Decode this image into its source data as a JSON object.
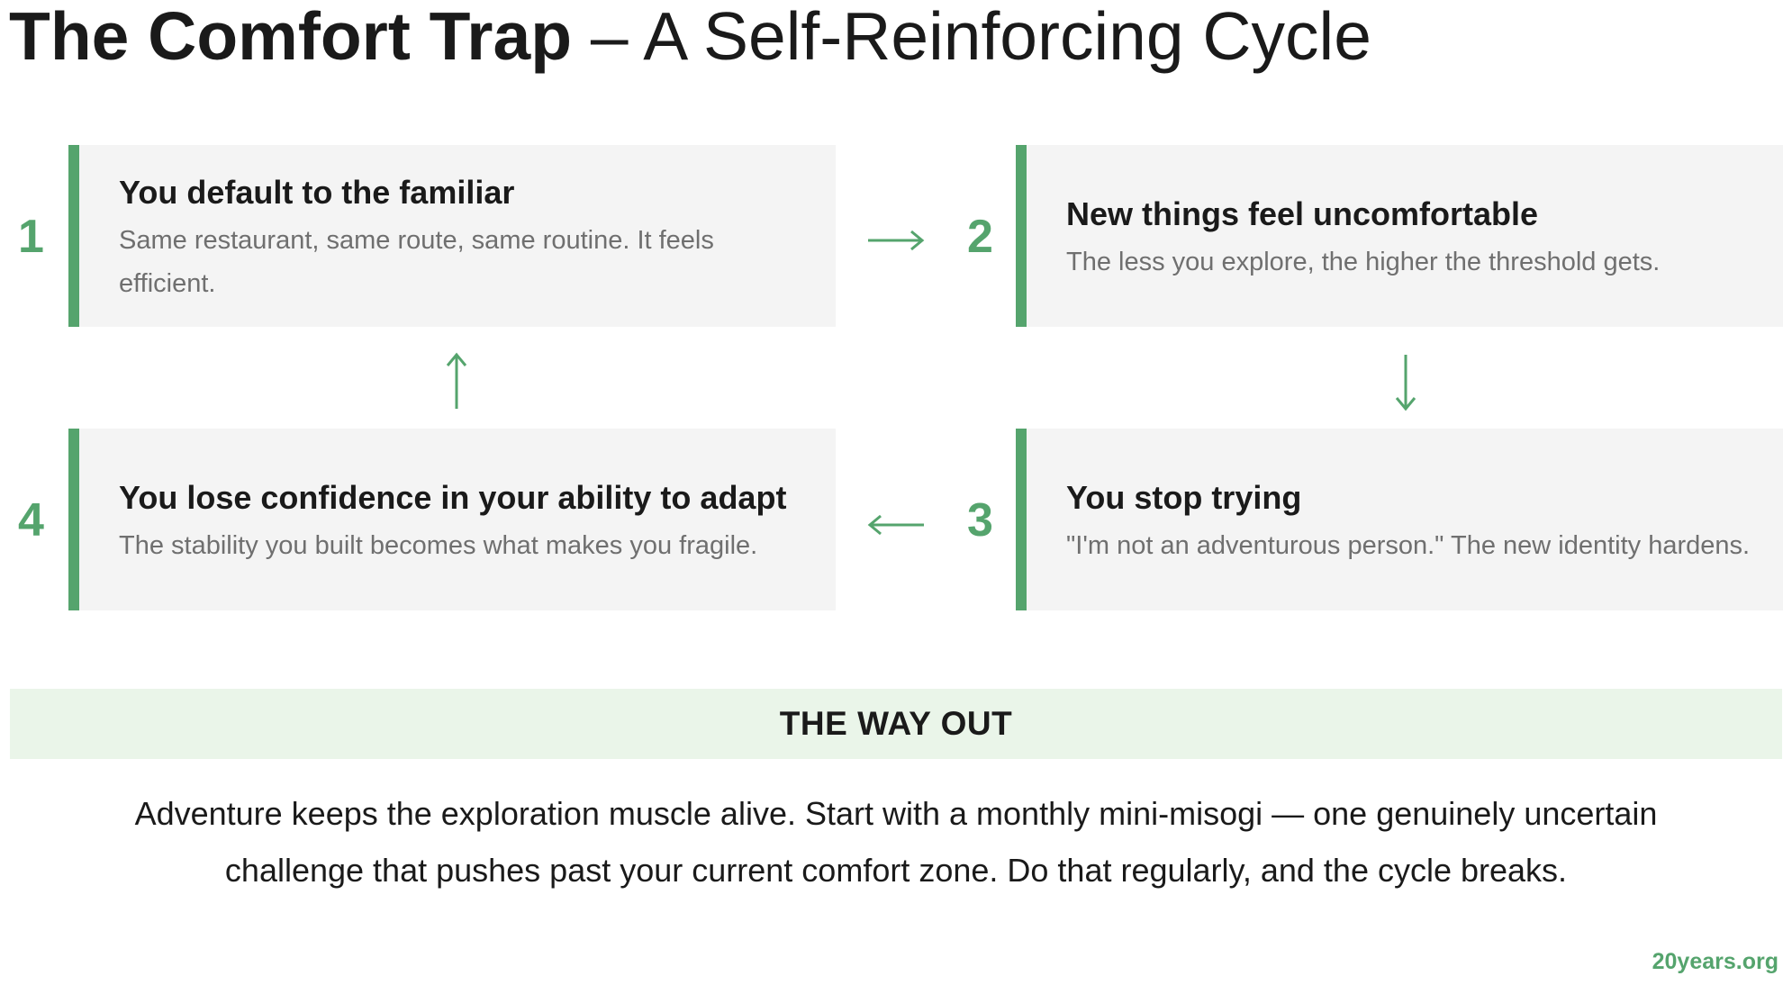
{
  "title": {
    "bold": "The Comfort Trap",
    "rest": " – A Self-Reinforcing Cycle"
  },
  "steps": [
    {
      "number": "1",
      "title": "You default to the familiar",
      "description": "Same restaurant, same route, same routine. It feels efficient."
    },
    {
      "number": "2",
      "title": "New things feel uncomfortable",
      "description": "The less you explore, the higher the threshold gets."
    },
    {
      "number": "3",
      "title": "You stop trying",
      "description": "\"I'm not an adventurous person.\" The new identity hardens."
    },
    {
      "number": "4",
      "title": "You lose confidence in your ability to adapt",
      "description": "The stability you built becomes what makes you fragile."
    }
  ],
  "way_out": {
    "heading": "THE WAY OUT",
    "text": "Adventure keeps the exploration muscle alive. Start with a monthly mini-misogi — one genuinely uncertain challenge that pushes past your current comfort zone. Do that regularly, and the cycle breaks."
  },
  "footer": {
    "site": "20years.org"
  },
  "colors": {
    "accent": "#55a46d",
    "card_bg": "#f4f4f4",
    "banner_bg": "#eaf5e9",
    "description_text": "#6f6f6f"
  },
  "icons": {
    "arrow_1_to_2": "arrow-right-icon",
    "arrow_2_to_3": "arrow-down-icon",
    "arrow_3_to_4": "arrow-left-icon",
    "arrow_4_to_1": "arrow-up-icon"
  }
}
